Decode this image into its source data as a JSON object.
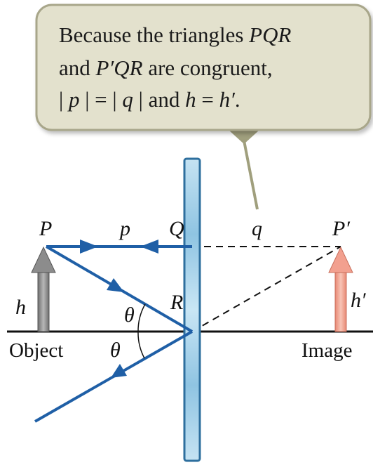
{
  "callout": {
    "line1": "Because the triangles ",
    "line1_it": "PQR",
    "line2_a": "and ",
    "line2_it": "P′QR",
    "line2_b": " are congruent,",
    "line3_a": "| ",
    "line3_p": "p",
    "line3_b": " | = | ",
    "line3_q": "q",
    "line3_c": " | and ",
    "line3_h": "h",
    "line3_d": " = ",
    "line3_hp": "h′",
    "line3_e": "."
  },
  "labels": {
    "P": "P",
    "p": "p",
    "Q": "Q",
    "q": "q",
    "P_prime": "P′",
    "R": "R",
    "h": "h",
    "h_prime": "h′",
    "theta_upper": "θ",
    "theta_lower": "θ",
    "object": "Object",
    "image": "Image"
  },
  "colors": {
    "ray": "#1f5fa6",
    "mirror_fill": "#a9d3ea",
    "mirror_edge": "#2e6f9e",
    "object_arrow": "#8c8c8c",
    "image_arrow": "#f2a08f",
    "callout_bg": "#e3e1cd",
    "callout_border": "#a8a68a",
    "callout_pointer": "#a09f7d"
  }
}
